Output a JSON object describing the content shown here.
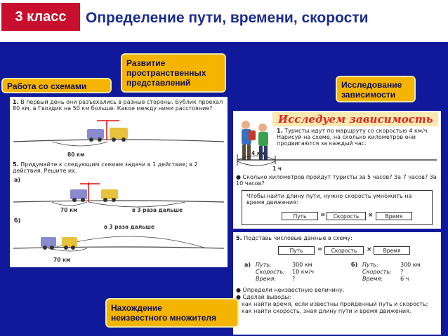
{
  "header": {
    "grade": "3 класс",
    "title": "Определение пути, времени, скорости"
  },
  "callouts": {
    "schemes": "Работа со схемами",
    "spatial": "Развитие\nпространственных\nпредставлений",
    "dependency": "Исследование\nзависимости",
    "factor": "Нахождение\nнеизвестного множителя"
  },
  "left_panel": {
    "task1_num": "1.",
    "task1_text": "В первый день они разъехались в разные стороны. Бублик проехал 80 км, а Гвоздик на 50 км больше. Какое между ними расстояние?",
    "task1_label": "80 км",
    "task5_num": "5.",
    "task5_text": "Придумайте к следующим схемам задачи в 1 действие; в 2 действия. Решите их.",
    "part_a": "а)",
    "part_a_left": "70 км",
    "part_a_right": "в 3 раза дальше",
    "part_b": "б)",
    "part_b_top": "в 3 раза дальше",
    "part_b_label": "70 км"
  },
  "right_top": {
    "title": "Исследуем зависимость",
    "task1_num": "1.",
    "task1_text": "Туристы идут по маршруту со скоростью 4 км/ч. Нарисуй на схеме, на сколько километров они продвигаются за каждый час.",
    "seg_label": "4 км",
    "time_label": "1 ч",
    "question": "Сколько километров пройдут туристы за 5 часов? За 7 часов? За 10 часов?",
    "rule": "Чтобы найти длину пути, нужно скорость умножить на время движения:",
    "f_path": "Путь",
    "f_speed": "Скорость",
    "f_time": "Время",
    "eq": "=",
    "mul": "×"
  },
  "right_bottom": {
    "task5_num": "5.",
    "task5_text": "Подставь числовые данные в схему:",
    "f_path": "Путь",
    "f_speed": "Скорость",
    "f_time": "Время",
    "eq": "=",
    "mul": "×",
    "a_label": "а)",
    "a_path_k": "Путь:",
    "a_path_v": "300 км",
    "a_speed_k": "Скорость:",
    "a_speed_v": "10 км/ч",
    "a_time_k": "Время:",
    "a_time_v": "?",
    "b_label": "б)",
    "b_path_k": "Путь:",
    "b_path_v": "300 км",
    "b_speed_k": "Скорость:",
    "b_speed_v": "?",
    "b_time_k": "Время:",
    "b_time_v": "6 ч",
    "bullet1": "Определи неизвестную величину.",
    "bullet2": "Сделай выводы:",
    "conc1": "как найти время, если известны пройденный путь и скорость;",
    "conc2": "как найти скорость, зная длину пути и время движения."
  },
  "colors": {
    "badge": "#c8102e",
    "title": "#1b2b8f",
    "stage": "#10199a",
    "callout": "#f5b400",
    "section_title": "#e0271f"
  }
}
